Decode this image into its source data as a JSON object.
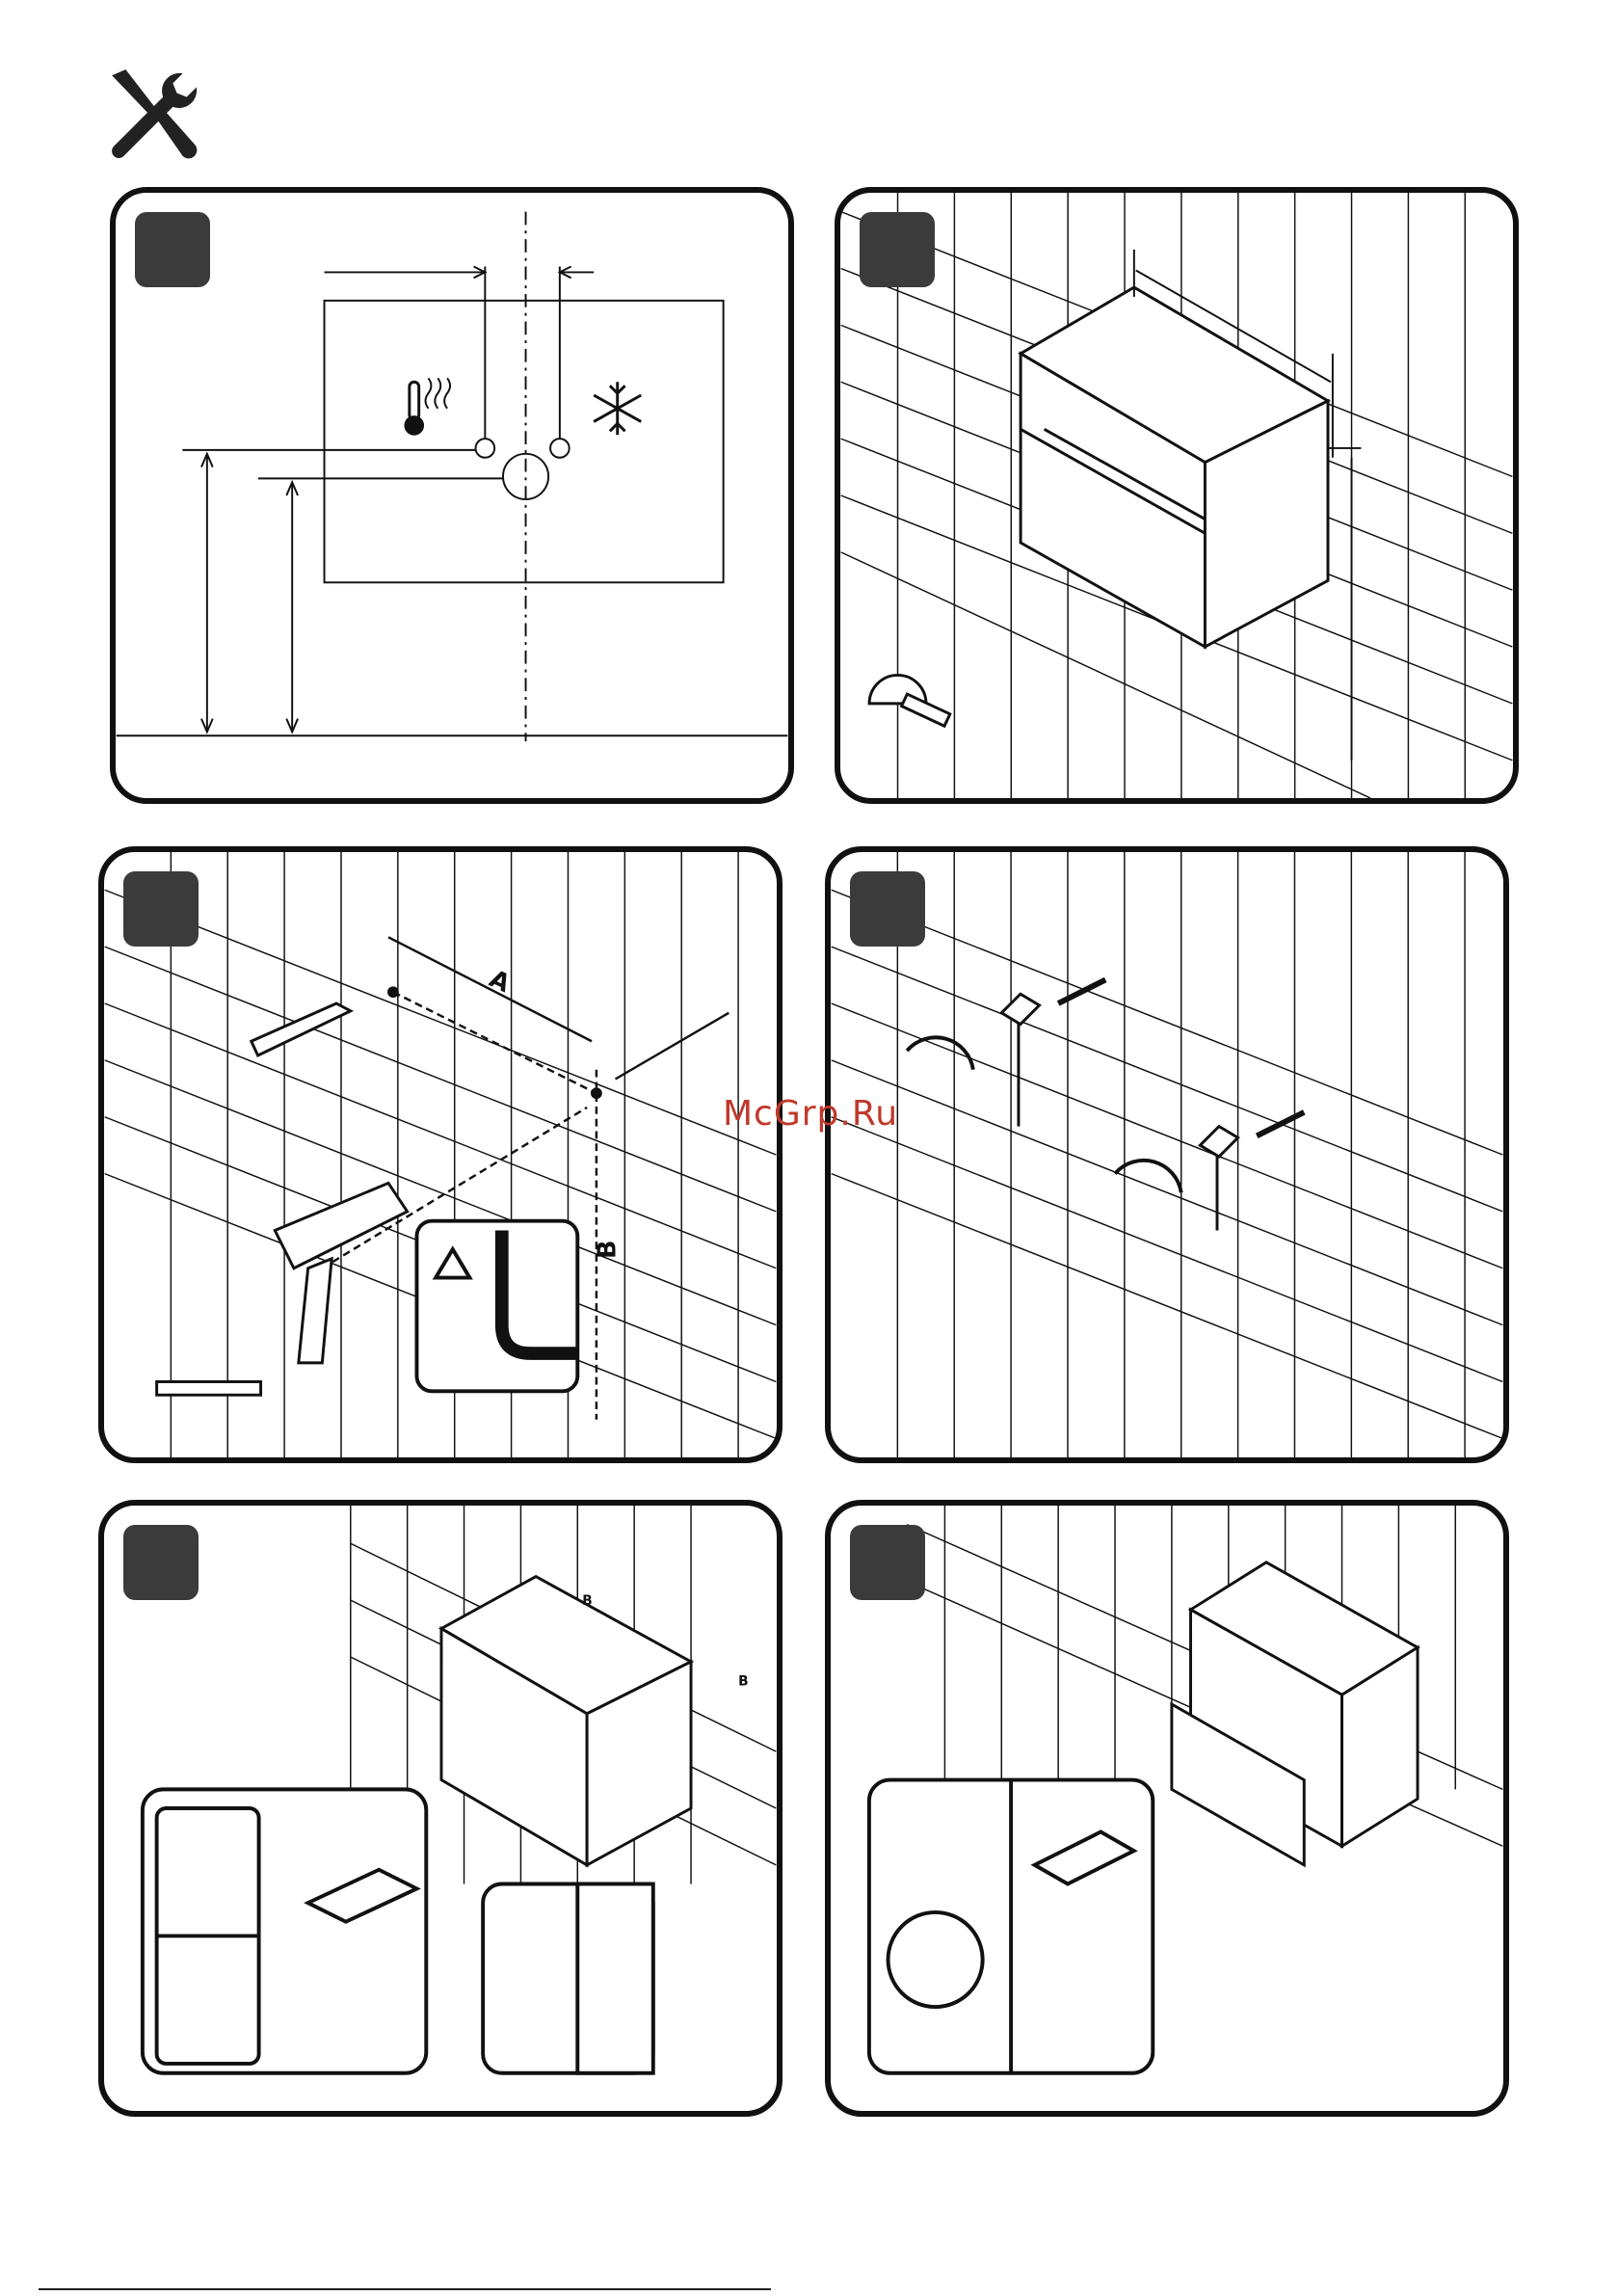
{
  "header": {
    "icon": "tools-icon"
  },
  "watermark": "McGrp.Ru",
  "panels": [
    {
      "step_badge": ""
    },
    {
      "step_badge": ""
    },
    {
      "step_badge": "",
      "dim_a": "A",
      "dim_b": "B"
    },
    {
      "step_badge": ""
    },
    {
      "step_badge": "",
      "arrow_labels": [
        "B",
        "B"
      ]
    },
    {
      "step_badge": ""
    }
  ]
}
